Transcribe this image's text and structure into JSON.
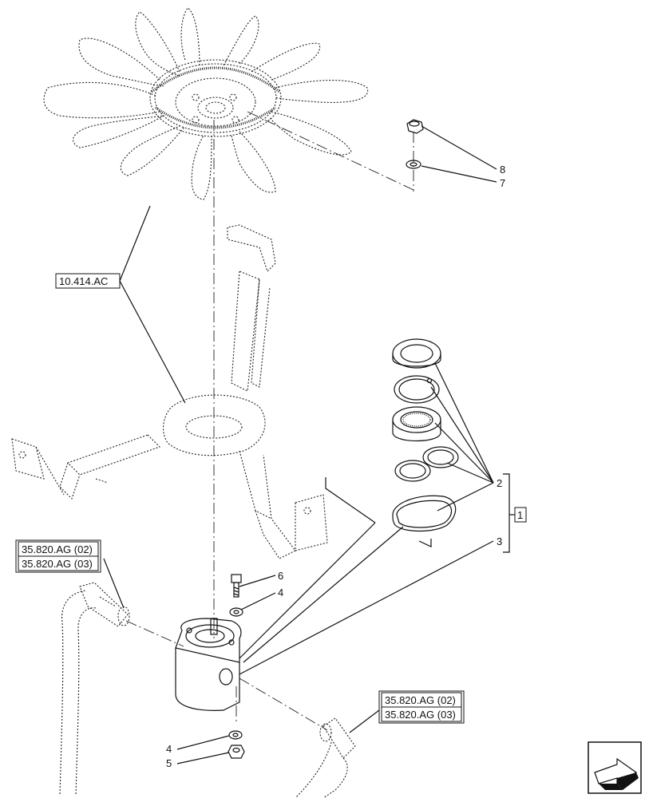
{
  "callouts": {
    "item_1": "1",
    "item_2": "2",
    "item_3": "3",
    "item_4_top": "4",
    "item_4_bottom": "4",
    "item_5": "5",
    "item_6": "6",
    "item_7": "7",
    "item_8": "8"
  },
  "references": {
    "fan_ref": "10.414.AC",
    "left_ref_a": "35.820.AG (02)",
    "left_ref_b": "35.820.AG (03)",
    "right_ref_a": "35.820.AG (02)",
    "right_ref_b": "35.820.AG (03)"
  },
  "nav": {
    "icon": "next-page-arrow-icon"
  },
  "colors": {
    "line": "#111111",
    "background": "#ffffff"
  }
}
